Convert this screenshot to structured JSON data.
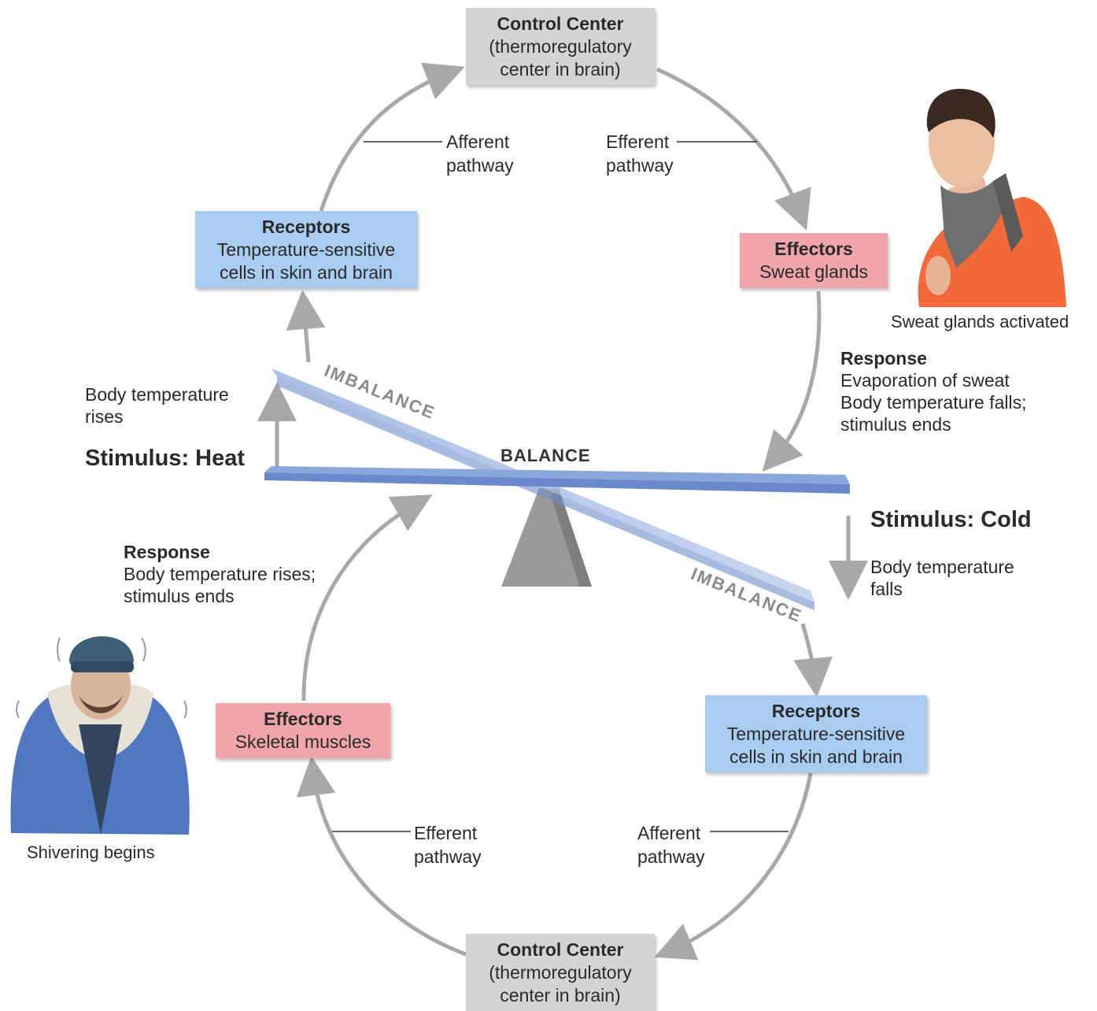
{
  "top_control": {
    "title": "Control Center",
    "line1": "(thermoregulatory",
    "line2": "center in brain)"
  },
  "bottom_control": {
    "title": "Control Center",
    "line1": "(thermoregulatory",
    "line2": "center in brain)"
  },
  "heat_receptors": {
    "title": "Receptors",
    "line1": "Temperature-sensitive",
    "line2": "cells in skin and brain"
  },
  "heat_effectors": {
    "title": "Effectors",
    "line1": "Sweat glands"
  },
  "cold_receptors": {
    "title": "Receptors",
    "line1": "Temperature-sensitive",
    "line2": "cells in skin and brain"
  },
  "cold_effectors": {
    "title": "Effectors",
    "line1": "Skeletal muscles"
  },
  "pathways": {
    "top_afferent": [
      "Afferent",
      "pathway"
    ],
    "top_efferent": [
      "Efferent",
      "pathway"
    ],
    "bottom_efferent": [
      "Efferent",
      "pathway"
    ],
    "bottom_afferent": [
      "Afferent",
      "pathway"
    ]
  },
  "heat": {
    "stimulus": "Stimulus: Heat",
    "change": [
      "Body temperature",
      "rises"
    ],
    "response_title": "Response",
    "response": [
      "Evaporation of sweat",
      "Body temperature falls;",
      "stimulus ends"
    ],
    "caption": "Sweat glands activated"
  },
  "cold": {
    "stimulus": "Stimulus: Cold",
    "change": [
      "Body temperature",
      "falls"
    ],
    "response_title": "Response",
    "response": [
      "Body temperature rises;",
      "stimulus ends"
    ],
    "caption": "Shivering begins"
  },
  "seesaw": {
    "balance": "BALANCE",
    "imbalance_top": "IMBALANCE",
    "imbalance_bottom": "IMBALANCE"
  },
  "colors": {
    "arrow": "#a8a8a8",
    "beam": "#8aa7dc",
    "control": "#d4d4d4",
    "receptor": "#a9cdf0",
    "effector": "#f0a5aa"
  }
}
